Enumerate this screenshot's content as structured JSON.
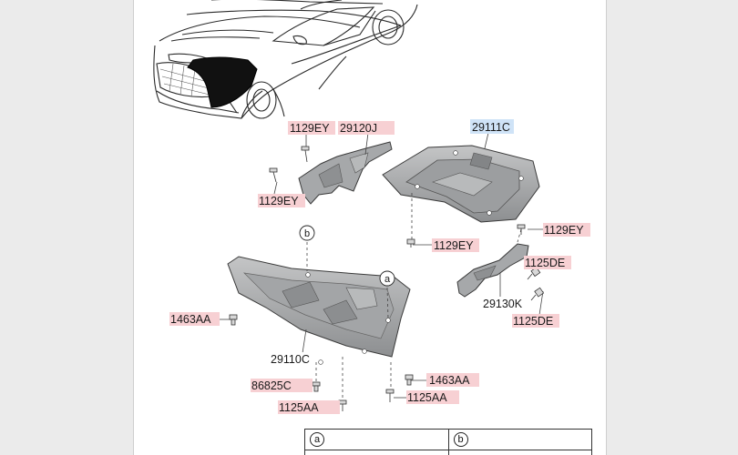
{
  "diagram": {
    "part_labels": [
      {
        "id": "29111C",
        "text": "29111C"
      },
      {
        "id": "29120J",
        "text": "29120J"
      },
      {
        "id": "1129EY-top",
        "text": "1129EY"
      },
      {
        "id": "1129EY-left",
        "text": "1129EY"
      },
      {
        "id": "1129EY-center",
        "text": "1129EY"
      },
      {
        "id": "1129EY-right",
        "text": "1129EY"
      },
      {
        "id": "1125DE-upper",
        "text": "1125DE"
      },
      {
        "id": "29130K",
        "text": "29130K"
      },
      {
        "id": "1125DE-lower",
        "text": "1125DE"
      },
      {
        "id": "1463AA-left",
        "text": "1463AA"
      },
      {
        "id": "29110C",
        "text": "29110C"
      },
      {
        "id": "86825C",
        "text": "86825C"
      },
      {
        "id": "1463AA-right",
        "text": "1463AA"
      },
      {
        "id": "1125AA-left",
        "text": "1125AA"
      },
      {
        "id": "1125AA-right",
        "text": "1125AA"
      }
    ],
    "callouts": {
      "a": "a",
      "b": "b"
    }
  },
  "reference_table": {
    "columns": [
      {
        "marker": "a"
      },
      {
        "marker": "b"
      }
    ]
  },
  "colors": {
    "label_highlight": "#f7d0d3",
    "selected_highlight": "#cfe3f7",
    "page_background": "#ebebeb",
    "sheet_background": "#ffffff",
    "part_fill": "#a9abac",
    "part_stroke": "#3a3a3a"
  }
}
